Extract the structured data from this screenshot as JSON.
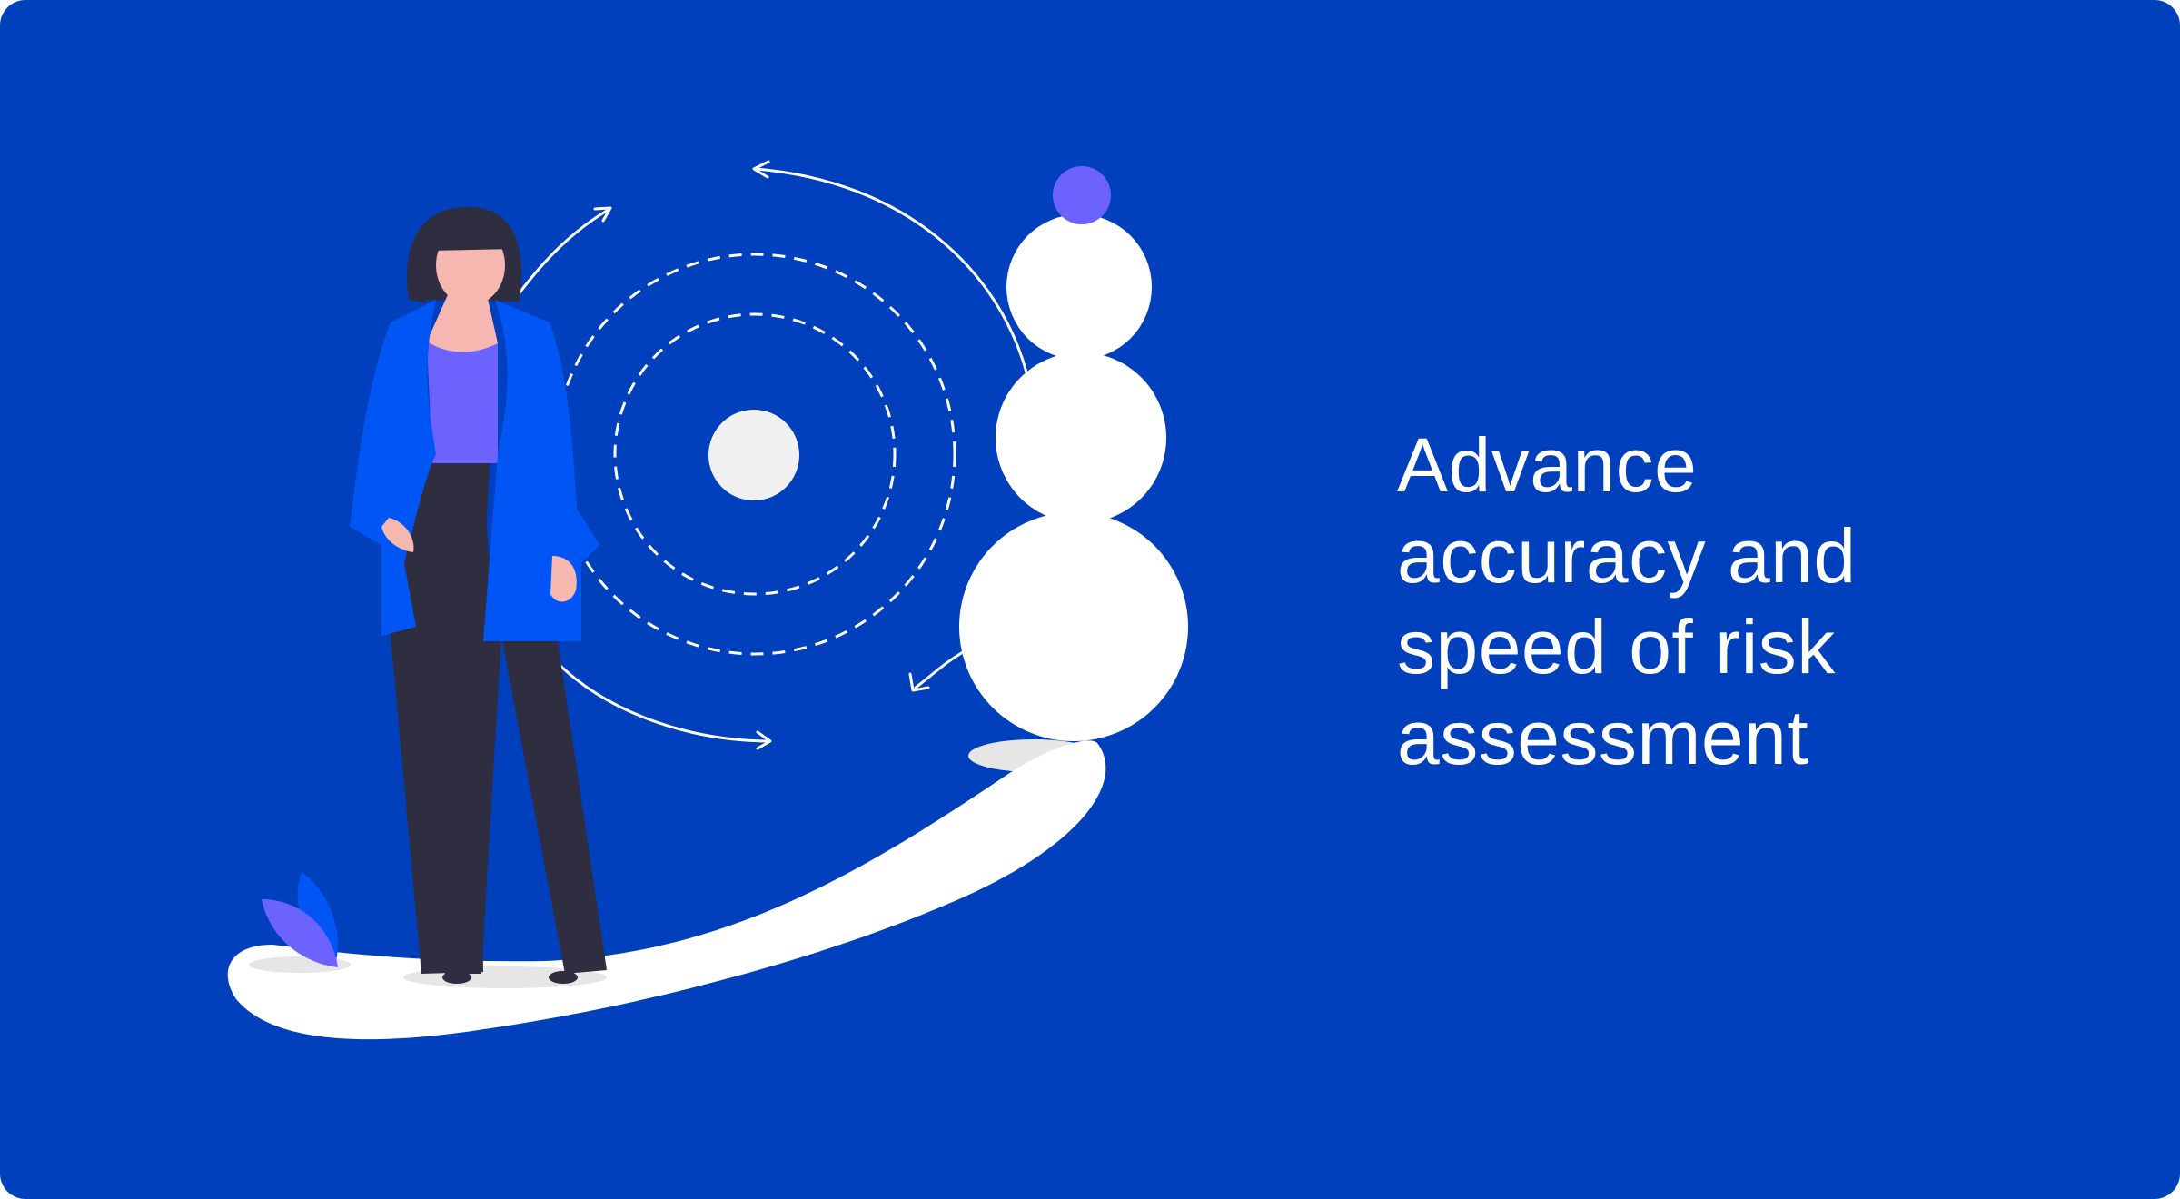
{
  "colors": {
    "background": "#0040bd",
    "text": "#ffffff",
    "jacket": "#0055f5",
    "top": "#6c63ff",
    "pants": "#2f2e41",
    "skin": "#f5b7b0",
    "hair": "#2f2e41",
    "circles": "#ffffff",
    "accent_dot": "#6c63ff",
    "shadow": "#e6e6e6"
  },
  "illustration": {
    "subject": "woman-with-balancing-circles-icon",
    "elements": [
      "woman-figure",
      "dashed-orbit-rings",
      "curved-arrows",
      "stacked-circles",
      "curved-platform",
      "plant-leaves-icon"
    ]
  },
  "headline": {
    "lines": [
      "Advance",
      "accuracy and",
      "speed of risk",
      "assessment"
    ]
  }
}
